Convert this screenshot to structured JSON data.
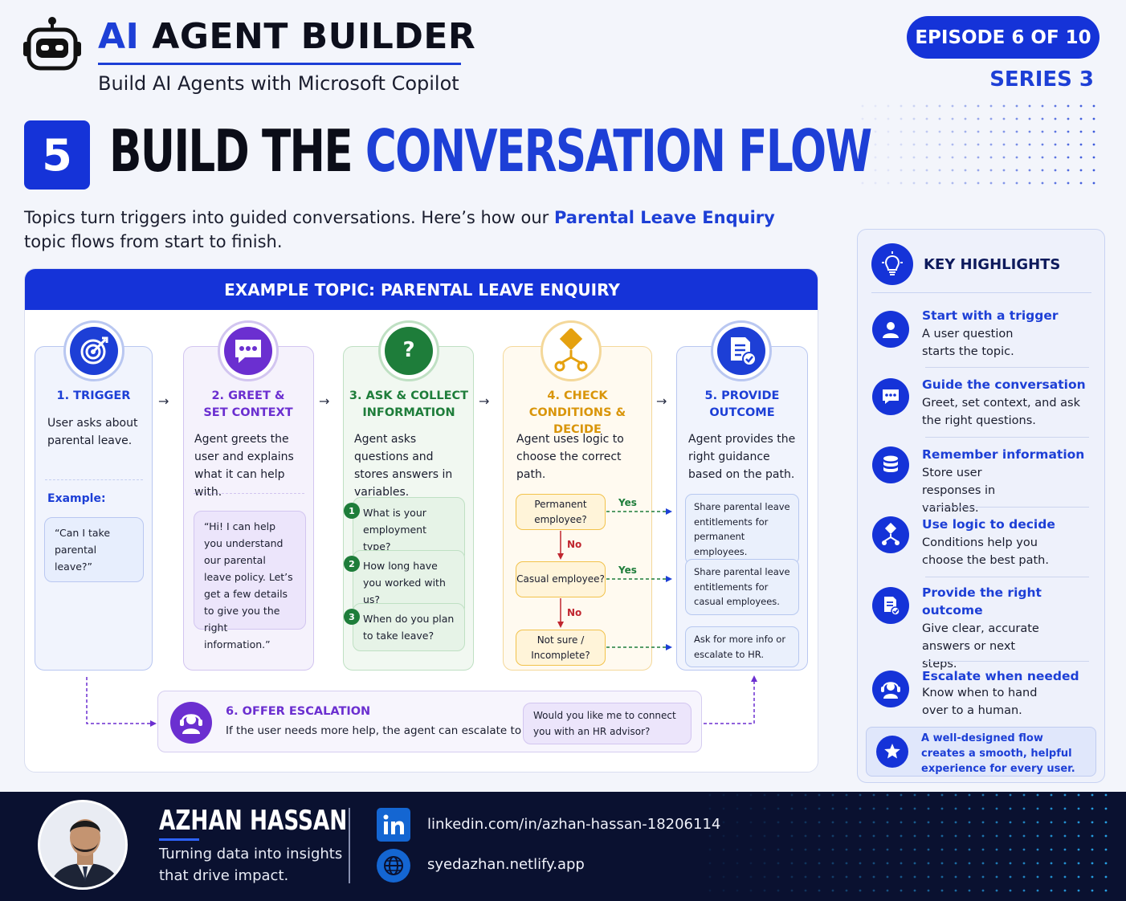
{
  "header": {
    "brand_ai": "AI",
    "brand_rest": "AGENT BUILDER",
    "subtitle": "Build AI Agents with Microsoft Copilot",
    "episode": "EPISODE 6 OF 10",
    "series": "SERIES 3"
  },
  "step": {
    "number": "5",
    "title_black": "BUILD THE",
    "title_blue": "CONVERSATION FLOW",
    "intro_before": "Topics turn triggers into guided conversations. Here’s how our",
    "intro_highlight": "Parental Leave Enquiry",
    "intro_after": "topic flows from start to finish."
  },
  "panel": {
    "heading": "EXAMPLE TOPIC: PARENTAL LEAVE ENQUIRY",
    "cards": [
      {
        "title": "1. TRIGGER",
        "desc": "User asks about parental leave.",
        "example_label": "Example:",
        "example": "“Can I take parental leave?”",
        "icon": "target-icon"
      },
      {
        "title": "2. GREET & SET CONTEXT",
        "desc": "Agent greets the user and explains what it can help with.",
        "quote": "“Hi! I can help you understand our parental leave policy. Let’s get a few details to give you the right information.”",
        "icon": "chat-bubble-icon"
      },
      {
        "title": "3. ASK & COLLECT INFORMATION",
        "desc": "Agent asks questions and stores answers in variables.",
        "icon": "question-icon",
        "questions": [
          {
            "num": "1",
            "text": "What is your employment type?"
          },
          {
            "num": "2",
            "text": "How long have you worked with us?"
          },
          {
            "num": "3",
            "text": "When do you plan to take leave?"
          }
        ]
      },
      {
        "title": "4. CHECK CONDITIONS & DECIDE",
        "desc": "Agent uses logic to choose the correct path.",
        "icon": "decision-icon",
        "decisions": [
          "Permanent employee?",
          "Casual employee?",
          "Not sure / Incomplete?"
        ],
        "yes": "Yes",
        "no": "No"
      },
      {
        "title": "5. PROVIDE OUTCOME",
        "desc": "Agent provides the right guidance based on the path.",
        "icon": "document-check-icon",
        "outcomes": [
          "Share parental leave entitlements for permanent employees.",
          "Share parental leave entitlements for casual employees.",
          "Ask for more info or escalate to HR."
        ]
      }
    ],
    "escalation": {
      "title": "6. OFFER ESCALATION",
      "desc": "If the user needs more help, the agent can escalate to HR.",
      "bubble": "Would you like me to connect you with an HR advisor?"
    }
  },
  "sidebar": {
    "heading": "KEY HIGHLIGHTS",
    "items": [
      {
        "title": "Start with a trigger",
        "desc": "A user question starts the topic.",
        "icon": "user-icon"
      },
      {
        "title": "Guide the conversation",
        "desc": "Greet, set context, and ask the right questions.",
        "icon": "chat-icon"
      },
      {
        "title": "Remember information",
        "desc": "Store user responses in variables.",
        "icon": "database-icon"
      },
      {
        "title": "Use logic to decide",
        "desc": "Conditions help you choose the best path.",
        "icon": "decision-icon"
      },
      {
        "title": "Provide the right outcome",
        "desc": "Give clear, accurate answers or next steps.",
        "icon": "document-check-icon"
      },
      {
        "title": "Escalate when needed",
        "desc": "Know when to hand over to a human.",
        "icon": "headset-icon"
      }
    ],
    "footer_note": "A well-designed flow creates a smooth, helpful experience for every user."
  },
  "footer": {
    "name": "AZHAN HASSAN",
    "tagline": "Turning data into insights that drive impact.",
    "linkedin": "linkedin.com/in/azhan-hassan-18206114",
    "website": "syedazhan.netlify.app"
  },
  "colors": {
    "accent": "#1533d8",
    "trigger": "#1d3fd6",
    "greet": "#6b2fd0",
    "ask": "#1e7d3a",
    "decide": "#e5a10f",
    "outcome": "#1d3fd6",
    "footer_bg": "#0a1130"
  }
}
